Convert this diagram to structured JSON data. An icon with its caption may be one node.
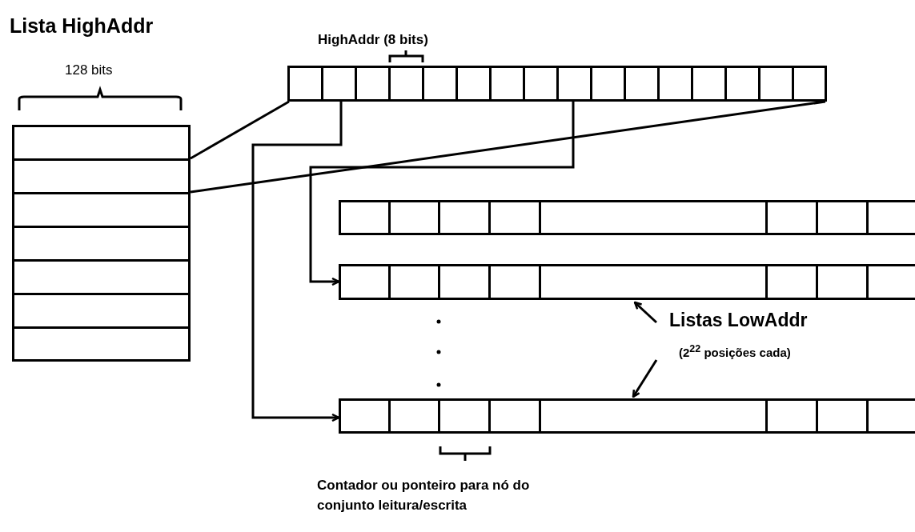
{
  "diagram": {
    "nodes": [
      {
        "text": [
          "Lista HighAddr"
        ]
      },
      {
        "text": [
          "HighAddr (8 bits)"
        ]
      },
      {
        "text": [],
        "shape": "bar"
      },
      {
        "text": [],
        "shape": "bar"
      },
      {
        "text": [],
        "shape": "bar"
      },
      {
        "text": [
          "Listas LowAddr",
          "(2$^{22}$ posições cada)"
        ]
      }
    ],
    "edges": [
      {
        "from": 0,
        "to": 1,
        "arrow": "none"
      },
      {
        "from": 0,
        "to": 1,
        "arrow": "none"
      },
      {
        "from": 1,
        "to": 4,
        "arrow": "to"
      },
      {
        "from": 1,
        "to": 3,
        "arrow": "to"
      },
      {
        "from": 5,
        "to": 3,
        "arrow": "to"
      },
      {
        "from": 5,
        "to": 4,
        "arrow": "to"
      }
    ],
    "labels": [
      "128 bits",
      "Contador ou ponteiro para nó do conjunto leitura/escrita"
    ]
  }
}
